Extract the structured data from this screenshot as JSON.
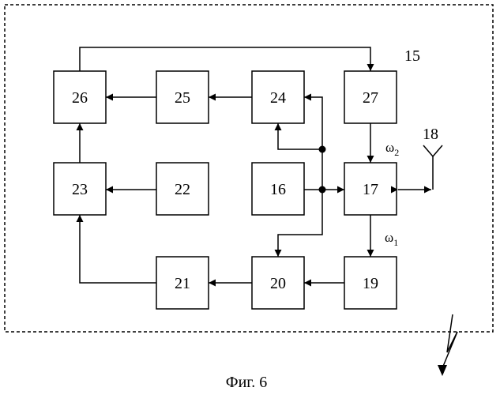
{
  "blocks": {
    "b16": "16",
    "b17": "17",
    "b19": "19",
    "b20": "20",
    "b21": "21",
    "b22": "22",
    "b23": "23",
    "b24": "24",
    "b25": "25",
    "b26": "26",
    "b27": "27"
  },
  "labels": {
    "device": "15",
    "antenna": "18",
    "omega2_symbol": "ω",
    "omega2_index": "2",
    "omega1_symbol": "ω",
    "omega1_index": "1"
  },
  "caption": "Фиг. 6",
  "icons": {
    "antenna": "antenna-icon",
    "radio_link": "lightning-link-icon"
  }
}
